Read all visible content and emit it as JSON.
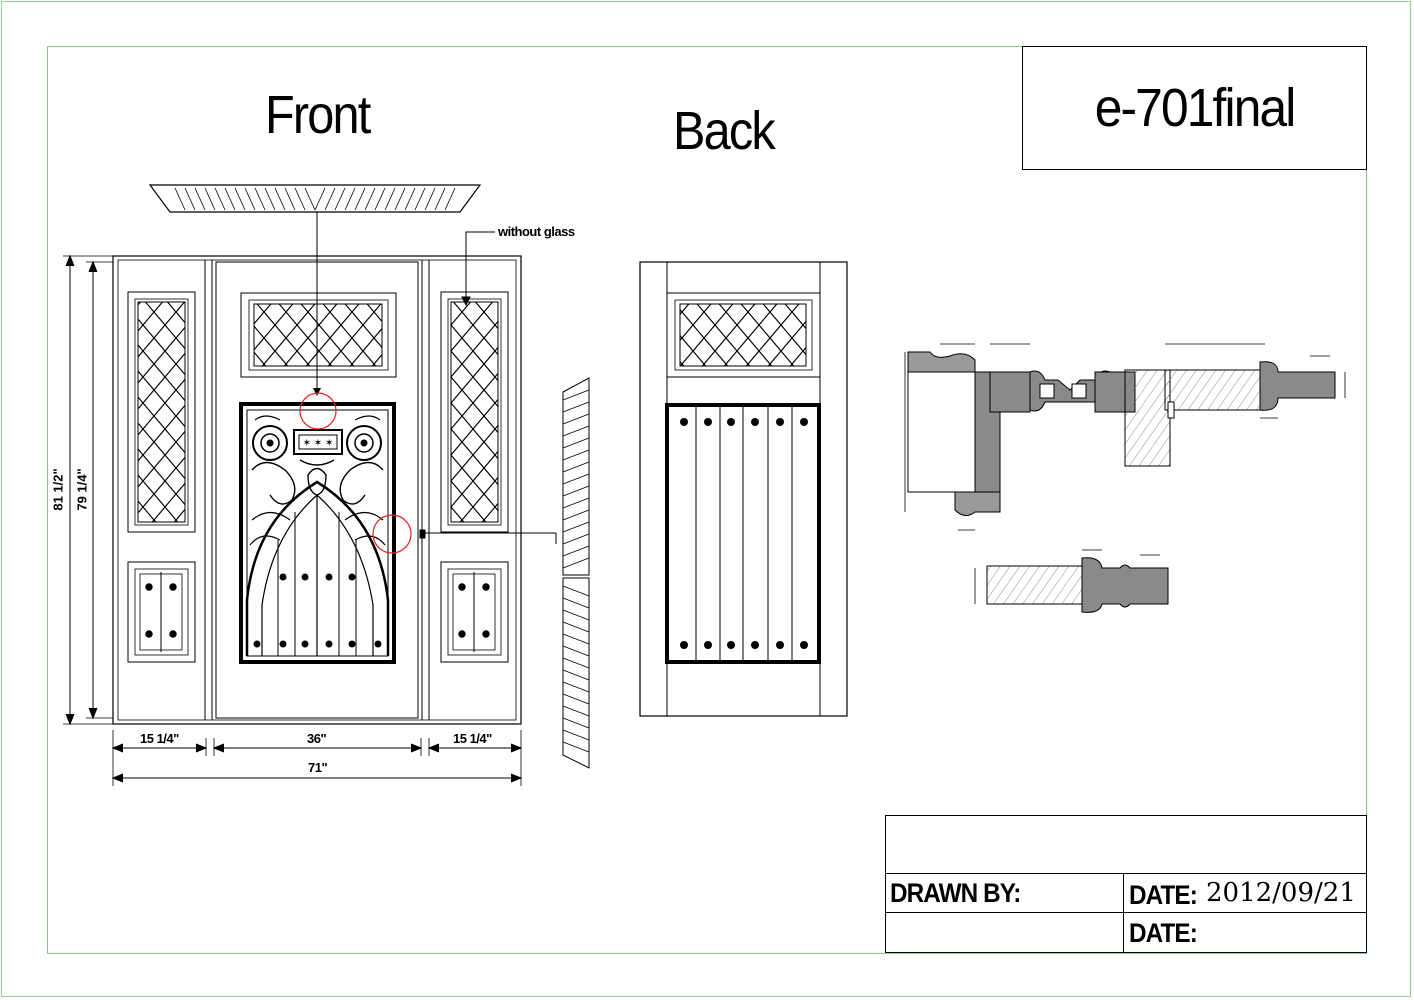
{
  "drawing": {
    "title": "e-701final",
    "front_label": "Front",
    "back_label": "Back",
    "note_without_glass": "without glass",
    "dimensions": {
      "sidelite_left": "15 1/4\"",
      "door": "36\"",
      "sidelite_right": "15 1/4\"",
      "overall_width": "71\"",
      "overall_height": "81 1/2\"",
      "door_height": "79 1/4\""
    }
  },
  "title_block": {
    "drawn_by_label": "DRAWN BY:",
    "date_label_1": "DATE:",
    "date_value_1": "2012/09/21",
    "date_label_2": "DATE:"
  },
  "colors": {
    "line": "#000000",
    "frame": "#7fcf7f",
    "highlight": "#e02020",
    "section_fill": "#8a8a8a"
  }
}
